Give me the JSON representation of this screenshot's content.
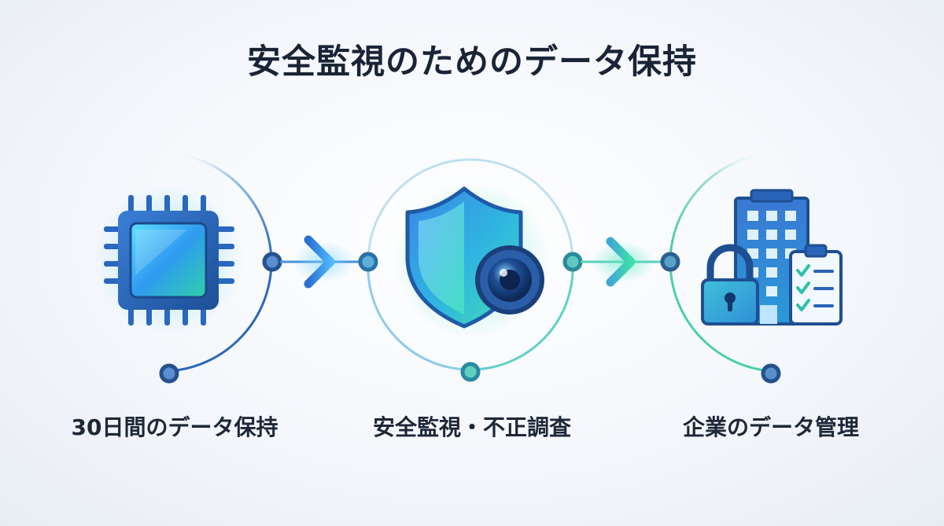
{
  "title": "安全監視のためのデータ保持",
  "steps": [
    {
      "label": "30日間のデータ保持",
      "icon": "microchip-icon"
    },
    {
      "label": "安全監視・不正調査",
      "icon": "shield-camera-icon"
    },
    {
      "label": "企業のデータ管理",
      "icon": "building-lock-checklist-icon"
    }
  ],
  "colors": {
    "title": "#1a2436",
    "label": "#1d2738",
    "accent_blue": "#2f7fe0",
    "accent_teal": "#3fd6b4",
    "node_dark": "#24528f"
  }
}
